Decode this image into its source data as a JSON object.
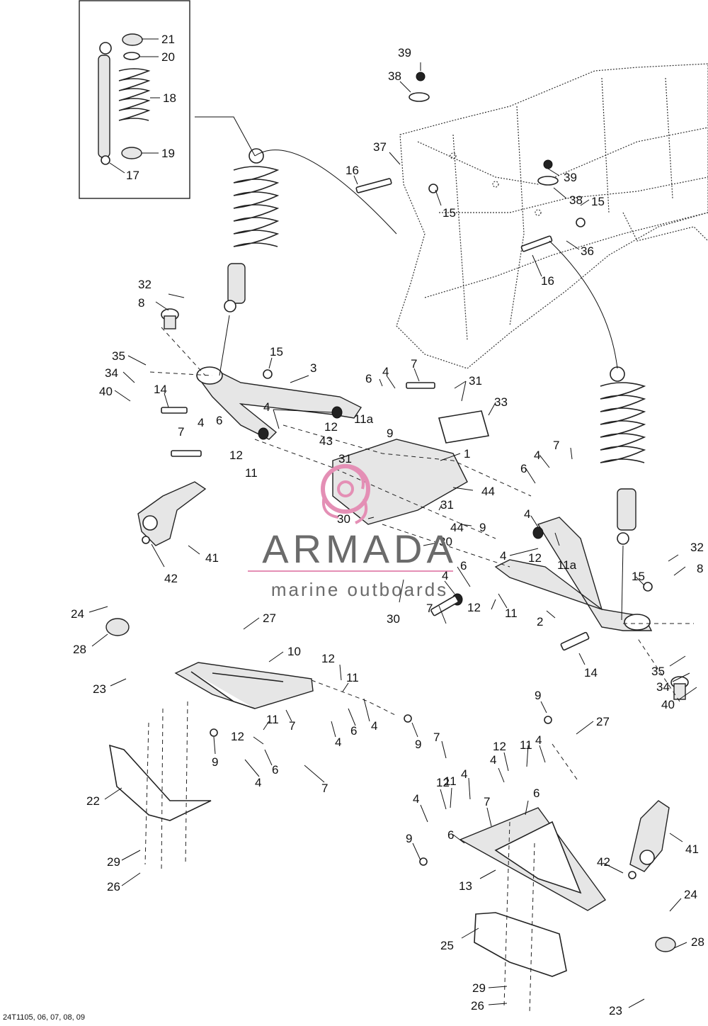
{
  "brand": {
    "name": "ARMADA",
    "tagline": "marine outboards",
    "color": "#e48fb5",
    "text_color": "#6b6b6b"
  },
  "ref_code": "24T1105, 06, 07, 08, 09",
  "callouts": {
    "c21": "21",
    "c20": "20",
    "c18": "18",
    "c19": "19",
    "c17": "17",
    "c39a": "39",
    "c38a": "38",
    "c37": "37",
    "c16a": "16",
    "c15a": "15",
    "c39b": "39",
    "c38b": "38",
    "c15b": "15",
    "c36": "36",
    "c16b": "16",
    "c32a": "32",
    "c8a": "8",
    "c35a": "35",
    "c34a": "34",
    "c40a": "40",
    "c15c": "15",
    "c3": "3",
    "c14a": "14",
    "c4a": "4",
    "c6a": "6",
    "c7a": "7",
    "c4b": "4",
    "c12a": "12",
    "c11a1": "11a",
    "c31a": "31",
    "c33": "33",
    "c7b": "7",
    "c4c": "4",
    "c6b": "6",
    "c12b": "12",
    "c11a": "11",
    "c9a": "9",
    "c43": "43",
    "c31b": "31",
    "c1": "1",
    "c44a": "44",
    "c31c": "31",
    "c30a": "30",
    "c44b": "44",
    "c9b": "9",
    "c30b": "30",
    "c30c": "30",
    "c7c": "7",
    "c4d": "4",
    "c6c": "6",
    "c4e": "4",
    "c12c": "12",
    "c11a2": "11a",
    "c4f": "4",
    "c6d": "6",
    "c4g": "4",
    "c7d": "7",
    "c12d": "12",
    "c11b": "11",
    "c15d": "15",
    "c2": "2",
    "c32b": "32",
    "c8b": "8",
    "c14b": "14",
    "c35b": "35",
    "c34b": "34",
    "c40b": "40",
    "c41a": "41",
    "c42a": "42",
    "c24a": "24",
    "c28a": "28",
    "c23a": "23",
    "c27a": "27",
    "c10": "10",
    "c12e": "12",
    "c11c": "11",
    "c6e": "6",
    "c4h": "4",
    "c11d": "11",
    "c7e": "7",
    "c12f": "12",
    "c9c": "9",
    "c4i": "4",
    "c6f": "6",
    "c4j": "4",
    "c7f": "7",
    "c9d": "9",
    "c22": "22",
    "c29a": "29",
    "c26a": "26",
    "c9e": "9",
    "c27b": "27",
    "c7g": "7",
    "c12g": "12",
    "c11e": "11",
    "c4k": "4",
    "c4l": "4",
    "c12h": "12",
    "c11f": "11",
    "c4m": "4",
    "c4n": "4",
    "c7h": "7",
    "c6g": "6",
    "c6h": "6",
    "c9f": "9",
    "c13": "13",
    "c42b": "42",
    "c41b": "41",
    "c25": "25",
    "c24b": "24",
    "c28b": "28",
    "c29b": "29",
    "c26b": "26",
    "c23b": "23"
  }
}
